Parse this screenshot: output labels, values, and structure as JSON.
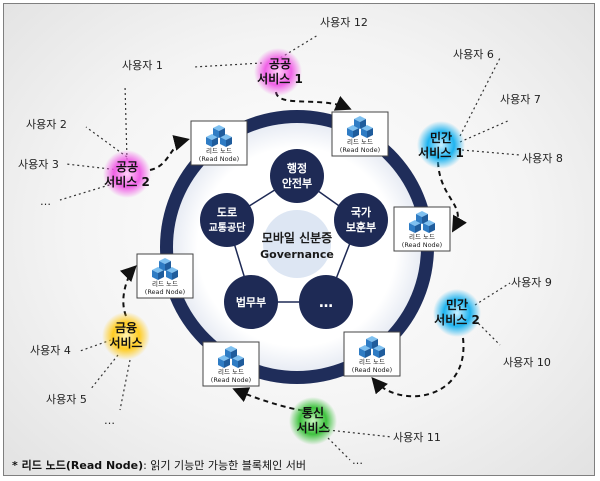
{
  "center": {
    "line1": "모바일 신분증",
    "line2": "Governance"
  },
  "agencies": {
    "safety": {
      "line1": "행정",
      "line2": "안전부"
    },
    "veterans": {
      "line1": "국가",
      "line2": "보훈부"
    },
    "more": {
      "line1": "…"
    },
    "justice": {
      "line1": "법무부"
    },
    "road": {
      "line1": "도로",
      "line2": "교통공단"
    }
  },
  "read_node": {
    "line1": "리드 노드",
    "line2": "(Read Node)"
  },
  "services": {
    "public1": {
      "line1": "공공",
      "line2": "서비스 1"
    },
    "public2": {
      "line1": "공공",
      "line2": "서비스 2"
    },
    "private1": {
      "line1": "민간",
      "line2": "서비스 1"
    },
    "private2": {
      "line1": "민간",
      "line2": "서비스 2"
    },
    "finance": {
      "line1": "금융",
      "line2": "서비스"
    },
    "telecom": {
      "line1": "통신",
      "line2": "서비스"
    }
  },
  "users": {
    "u12": "사용자 12",
    "u1": "사용자 1",
    "u2": "사용자 2",
    "u3": "사용자 3",
    "dots_public2": "…",
    "u6": "사용자 6",
    "u7": "사용자 7",
    "u8": "사용자 8",
    "u9": "사용자 9",
    "u10": "사용자 10",
    "u4": "사용자 4",
    "u5": "사용자 5",
    "dots_finance": "…",
    "u11": "사용자 11",
    "dots_telecom": "…"
  },
  "footnote": {
    "marker": "* 리드 노드(Read Node)",
    "text": ": 읽기 기능만 가능한 블록체인 서버"
  },
  "colors": {
    "navy_ring": "#1f2d5a",
    "agency_fill": "#1e2a55",
    "center_fill": "#dde6f3",
    "public_glow": "#f062e6",
    "private_glow": "#1fb4f0",
    "finance_glow": "#ffcc22",
    "telecom_glow": "#3ec23e",
    "cube": "#3d8fd6"
  }
}
